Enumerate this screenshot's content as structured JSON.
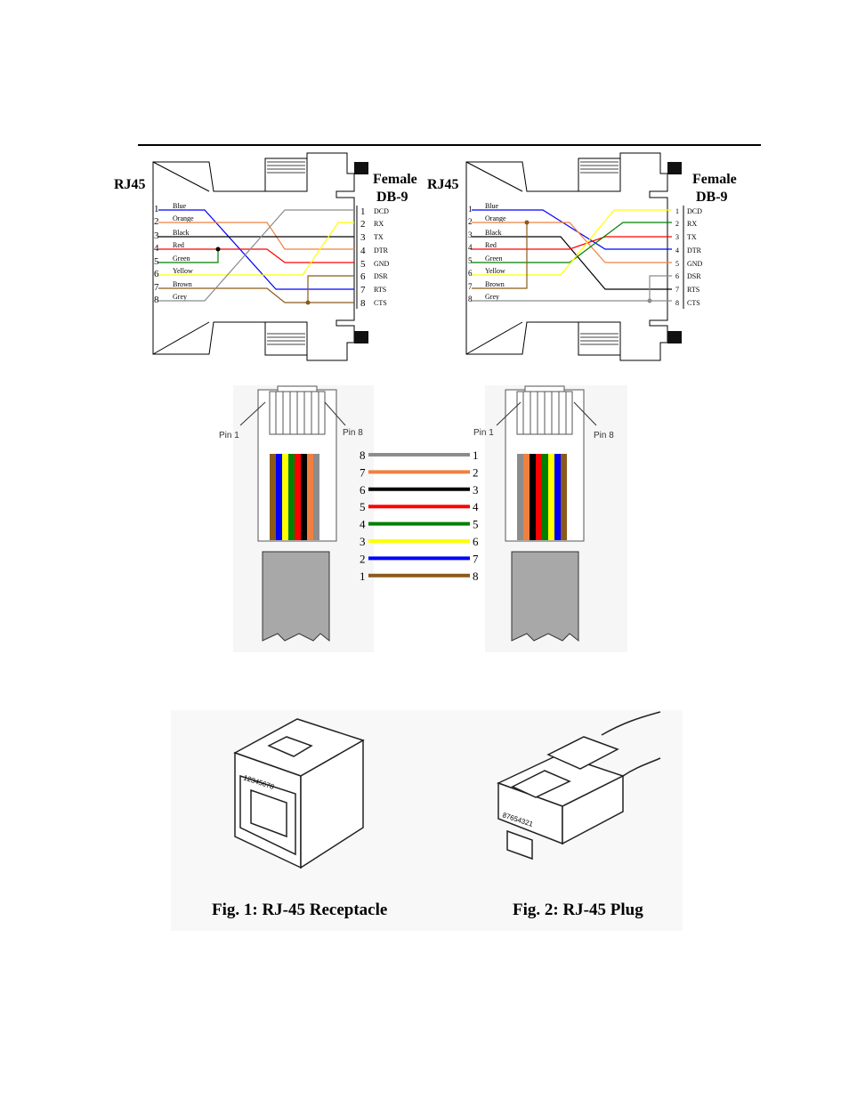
{
  "adapters": [
    {
      "left_label": "RJ45",
      "right_label_line1": "Female",
      "right_label_line2": "DB-9",
      "rj_pins": [
        {
          "num": "1",
          "name": "Blue"
        },
        {
          "num": "2",
          "name": "Orange"
        },
        {
          "num": "3",
          "name": "Black"
        },
        {
          "num": "4",
          "name": "Red"
        },
        {
          "num": "5",
          "name": "Green"
        },
        {
          "num": "6",
          "name": "Yellow"
        },
        {
          "num": "7",
          "name": "Brown"
        },
        {
          "num": "8",
          "name": "Grey"
        }
      ],
      "db_pins": [
        {
          "num": "1",
          "name": "DCD"
        },
        {
          "num": "2",
          "name": "RX"
        },
        {
          "num": "3",
          "name": "TX"
        },
        {
          "num": "4",
          "name": "DTR"
        },
        {
          "num": "5",
          "name": "GND"
        },
        {
          "num": "6",
          "name": "DSR"
        },
        {
          "num": "7",
          "name": "RTS"
        },
        {
          "num": "8",
          "name": "CTS"
        }
      ]
    },
    {
      "left_label": "RJ45",
      "right_label_line1": "Female",
      "right_label_line2": "DB-9",
      "rj_pins": [
        {
          "num": "1",
          "name": "Blue"
        },
        {
          "num": "2",
          "name": "Orange"
        },
        {
          "num": "3",
          "name": "Black"
        },
        {
          "num": "4",
          "name": "Red"
        },
        {
          "num": "5",
          "name": "Green"
        },
        {
          "num": "6",
          "name": "Yellow"
        },
        {
          "num": "7",
          "name": "Brown"
        },
        {
          "num": "8",
          "name": "Grey"
        }
      ],
      "db_pins": [
        {
          "num": "1",
          "name": "DCD"
        },
        {
          "num": "2",
          "name": "RX"
        },
        {
          "num": "3",
          "name": "TX"
        },
        {
          "num": "4",
          "name": "DTR"
        },
        {
          "num": "5",
          "name": "GND"
        },
        {
          "num": "6",
          "name": "DSR"
        },
        {
          "num": "7",
          "name": "RTS"
        },
        {
          "num": "8",
          "name": "CTS"
        }
      ]
    }
  ],
  "plugs": {
    "left_pin1": "Pin 1",
    "left_pin8": "Pin 8",
    "right_pin1": "Pin 1",
    "right_pin8": "Pin 8",
    "crossover": [
      {
        "left": "8",
        "right": "1",
        "color": "#8c8c8c"
      },
      {
        "left": "7",
        "right": "2",
        "color": "#f08040"
      },
      {
        "left": "6",
        "right": "3",
        "color": "#000000"
      },
      {
        "left": "5",
        "right": "4",
        "color": "#ff0000"
      },
      {
        "left": "4",
        "right": "5",
        "color": "#008000"
      },
      {
        "left": "3",
        "right": "6",
        "color": "#ffff00"
      },
      {
        "left": "2",
        "right": "7",
        "color": "#0000ff"
      },
      {
        "left": "1",
        "right": "8",
        "color": "#8b5a1a"
      }
    ]
  },
  "figures": {
    "fig1_caption": "Fig. 1: RJ-45 Receptacle",
    "fig2_caption": "Fig. 2: RJ-45 Plug",
    "receptacle_pins": "12345678",
    "plug_pins": "87654321"
  },
  "wire_colors": {
    "blue": "#0000ff",
    "orange": "#f08040",
    "black": "#000000",
    "red": "#ff0000",
    "green": "#008000",
    "yellow": "#ffff00",
    "brown": "#8b5a1a",
    "grey": "#8c8c8c"
  }
}
